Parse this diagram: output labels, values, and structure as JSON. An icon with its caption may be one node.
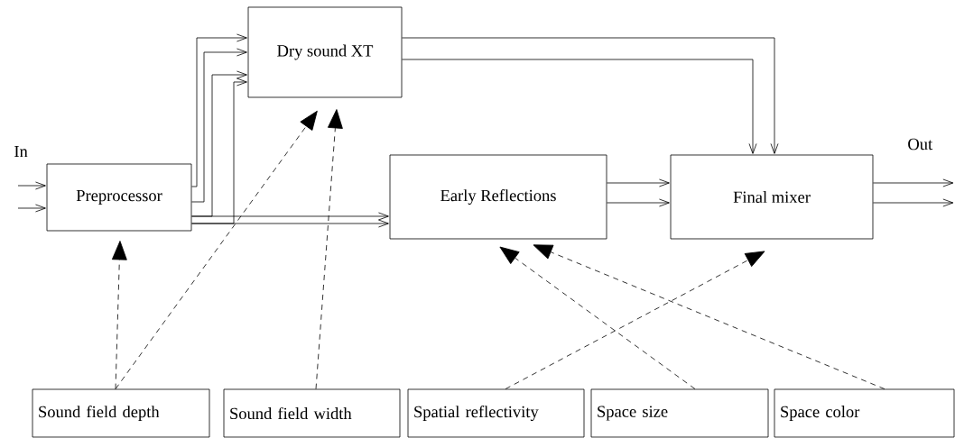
{
  "diagram": {
    "nodes": [
      {
        "text": [
          "Dry sound XT"
        ]
      },
      {
        "text": [
          "Preprocessor"
        ]
      },
      {
        "text": [
          "Early Reflections"
        ]
      },
      {
        "text": [
          "Final mixer"
        ]
      },
      {
        "text": [
          "Sound field depth"
        ]
      },
      {
        "text": [
          "Sound field width"
        ]
      },
      {
        "text": [
          "Spatial reflectivity"
        ]
      },
      {
        "text": [
          "Space size"
        ]
      },
      {
        "text": [
          "Space color"
        ]
      }
    ],
    "edges": [
      {
        "from": null,
        "to": 1,
        "arrow": "to"
      },
      {
        "from": null,
        "to": 1,
        "arrow": "to"
      },
      {
        "from": 1,
        "to": 0,
        "arrow": "to"
      },
      {
        "from": 1,
        "to": 0,
        "arrow": "to"
      },
      {
        "from": 1,
        "to": 0,
        "arrow": "to"
      },
      {
        "from": 1,
        "to": 0,
        "arrow": "to"
      },
      {
        "from": 1,
        "to": 2,
        "arrow": "to"
      },
      {
        "from": 1,
        "to": 2,
        "arrow": "to"
      },
      {
        "from": 0,
        "to": 3,
        "arrow": "to"
      },
      {
        "from": 0,
        "to": 3,
        "arrow": "to"
      },
      {
        "from": 2,
        "to": 3,
        "arrow": "to"
      },
      {
        "from": 2,
        "to": 3,
        "arrow": "to"
      },
      {
        "from": 3,
        "to": null,
        "arrow": "to"
      },
      {
        "from": 3,
        "to": null,
        "arrow": "to"
      },
      {
        "from": 4,
        "to": 1,
        "arrow": "to",
        "style": "dashed"
      },
      {
        "from": 4,
        "to": 0,
        "arrow": "to",
        "style": "dashed"
      },
      {
        "from": 5,
        "to": 0,
        "arrow": "to",
        "style": "dashed"
      },
      {
        "from": 6,
        "to": 3,
        "arrow": "to",
        "style": "dashed"
      },
      {
        "from": 7,
        "to": 2,
        "arrow": "to",
        "style": "dashed"
      },
      {
        "from": 8,
        "to": 2,
        "arrow": "to",
        "style": "dashed"
      }
    ],
    "labels": [
      "In",
      "Out"
    ]
  }
}
